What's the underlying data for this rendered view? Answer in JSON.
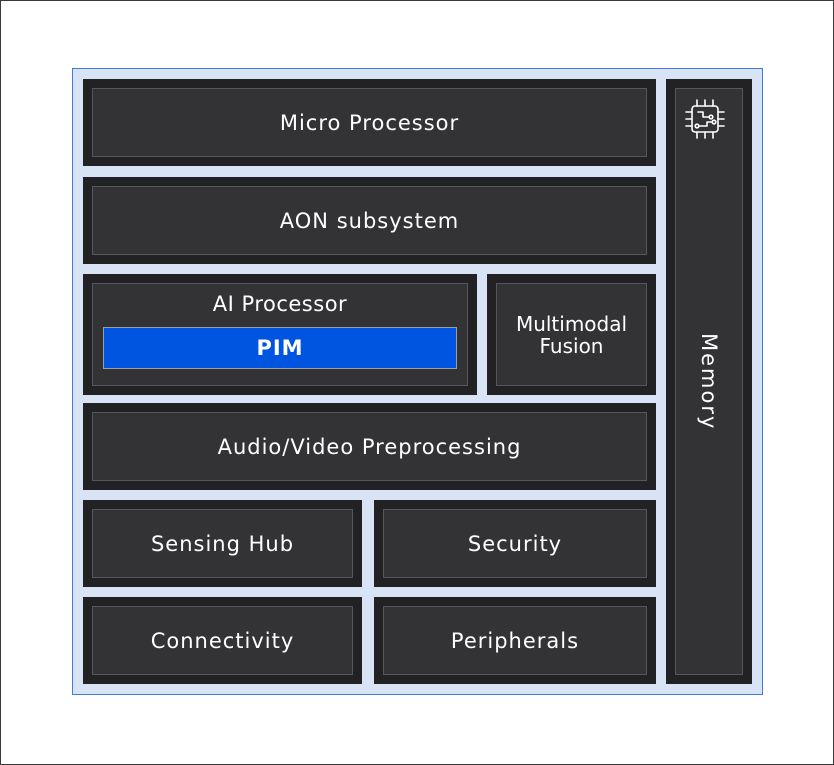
{
  "blocks": {
    "micro_processor": "Micro Processor",
    "aon_subsystem": "AON subsystem",
    "ai_processor": "AI Processor",
    "pim": "PIM",
    "multimodal_fusion_line1": "Multimodal",
    "multimodal_fusion_line2": "Fusion",
    "audio_video_preprocessing": "Audio/Video Preprocessing",
    "sensing_hub": "Sensing Hub",
    "security": "Security",
    "connectivity": "Connectivity",
    "peripherals": "Peripherals",
    "memory": "Memory"
  },
  "icons": {
    "memory_icon": "chip-circuit-icon"
  },
  "colors": {
    "chip_background": "#d9e3f6",
    "chip_border": "#3f7be0",
    "block_outer": "#222225",
    "block_inner": "#333336",
    "pim_fill": "#0055e0"
  }
}
